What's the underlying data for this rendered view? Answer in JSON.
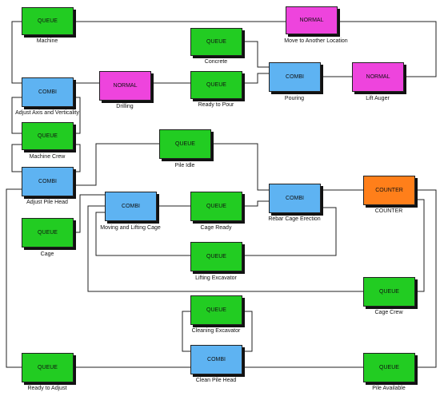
{
  "nodes": {
    "machine": {
      "type": "QUEUE",
      "label": "Machine"
    },
    "move_location": {
      "type": "NORMAL",
      "label": "Move to Another Location"
    },
    "concrete": {
      "type": "QUEUE",
      "label": "Concrete"
    },
    "adjust_axis": {
      "type": "COMBI",
      "label": "Adjust Axis and Verticality"
    },
    "drilling": {
      "type": "NORMAL",
      "label": "Drilling"
    },
    "ready_to_pour": {
      "type": "QUEUE",
      "label": "Ready to Pour"
    },
    "pouring": {
      "type": "COMBI",
      "label": "Pouring"
    },
    "lift_auger": {
      "type": "NORMAL",
      "label": "Lift Auger"
    },
    "machine_crew": {
      "type": "QUEUE",
      "label": "Machine Crew"
    },
    "pile_idle": {
      "type": "QUEUE",
      "label": "Pile Idle"
    },
    "adjust_pile_head": {
      "type": "COMBI",
      "label": "Adjust Pile Head"
    },
    "counter": {
      "type": "COUNTER",
      "label": "COUNTER"
    },
    "moving_lifting_cage": {
      "type": "COMBI",
      "label": "Moving and Lifting Cage"
    },
    "cage_ready": {
      "type": "QUEUE",
      "label": "Cage Ready"
    },
    "rebar_cage_erection": {
      "type": "COMBI",
      "label": "Rebar Cage Erection"
    },
    "cage": {
      "type": "QUEUE",
      "label": "Cage"
    },
    "lifting_excavator": {
      "type": "QUEUE",
      "label": "Lifting Excavator"
    },
    "cage_crew": {
      "type": "QUEUE",
      "label": "Cage Crew"
    },
    "cleaning_excavator": {
      "type": "QUEUE",
      "label": "Cleaning Excavator"
    },
    "ready_to_adjust": {
      "type": "QUEUE",
      "label": "Ready to Adjust"
    },
    "clean_pile_head": {
      "type": "COMBI",
      "label": "Clean Pile Head"
    },
    "pile_available": {
      "type": "QUEUE",
      "label": "Pile Available"
    }
  },
  "colors": {
    "QUEUE": "#22cc22",
    "COMBI": "#5eb3f2",
    "NORMAL": "#ee44dd",
    "COUNTER": "#ff7f1a"
  }
}
